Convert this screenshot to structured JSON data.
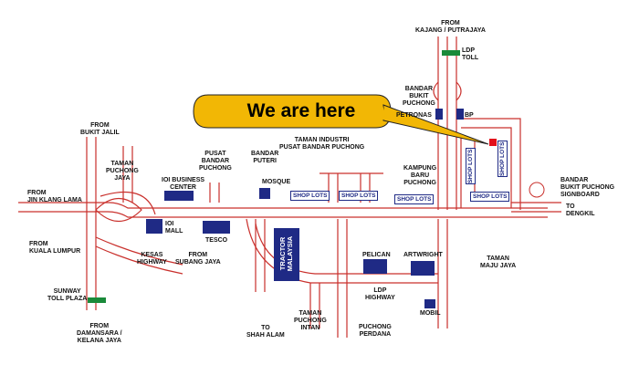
{
  "callout": "We are here",
  "colors": {
    "road": "#c9302c",
    "building": "#1f2a85",
    "callout": "#f2b705",
    "toll": "#1a8a3a",
    "marker": "#e3101b"
  },
  "labels": {
    "from_kajang": "FROM\nKAJANG / PUTRAJAYA",
    "ldp_toll": "LDP\nTOLL",
    "bandar_bukit_puchong": "BANDAR\nBUKIT\nPUCHONG",
    "petronas": "PETRONAS",
    "bp": "BP",
    "from_bukit_jalil": "FROM\nBUKIT JALIL",
    "taman_puchong_jaya": "TAMAN\nPUCHONG\nJAYA",
    "pusat_bandar_puchong": "PUSAT\nBANDAR\nPUCHONG",
    "bandar_puteri": "BANDAR\nPUTERI",
    "taman_industri": "TAMAN INDUSTRI\nPUSAT BANDAR PUCHONG",
    "kampung_baru_puchong": "KAMPUNG\nBARU\nPUCHONG",
    "ioi_business_center": "IOI BUSINESS\nCENTER",
    "mosque": "MOSQUE",
    "from_jin_klang_lama": "FROM\nJIN KLANG LAMA",
    "ioi_mall": "IOI\nMALL",
    "tesco": "TESCO",
    "from_kuala_lumpur": "FROM\nKUALA LUMPUR",
    "kesas_highway": "KESAS\nHIGHWAY",
    "from_subang_jaya": "FROM\nSUBANG JAYA",
    "sunway_toll_plaza": "SUNWAY\nTOLL PLAZA",
    "from_damansara": "FROM\nDAMANSARA /\nKELANA JAYA",
    "to_shah_alam": "TO\nSHAH ALAM",
    "taman_puchong_intan": "TAMAN\nPUCHONG\nINTAN",
    "puchong_perdana": "PUCHONG\nPERDANA",
    "pelican": "PELICAN",
    "artwright": "ARTWRIGHT",
    "ldp_highway": "LDP\nHIGHWAY",
    "mobil": "MOBIL",
    "taman_maju_jaya": "TAMAN\nMAJU JAYA",
    "bandar_bukit_puchong_signboard": "BANDAR\nBUKIT PUCHONG\nSIGNBOARD",
    "to_dengkil": "TO\nDENGKIL",
    "tractor_malaysia": "TRACTOR\nMALAYSIA",
    "shop_lots": "SHOP LOTS"
  }
}
